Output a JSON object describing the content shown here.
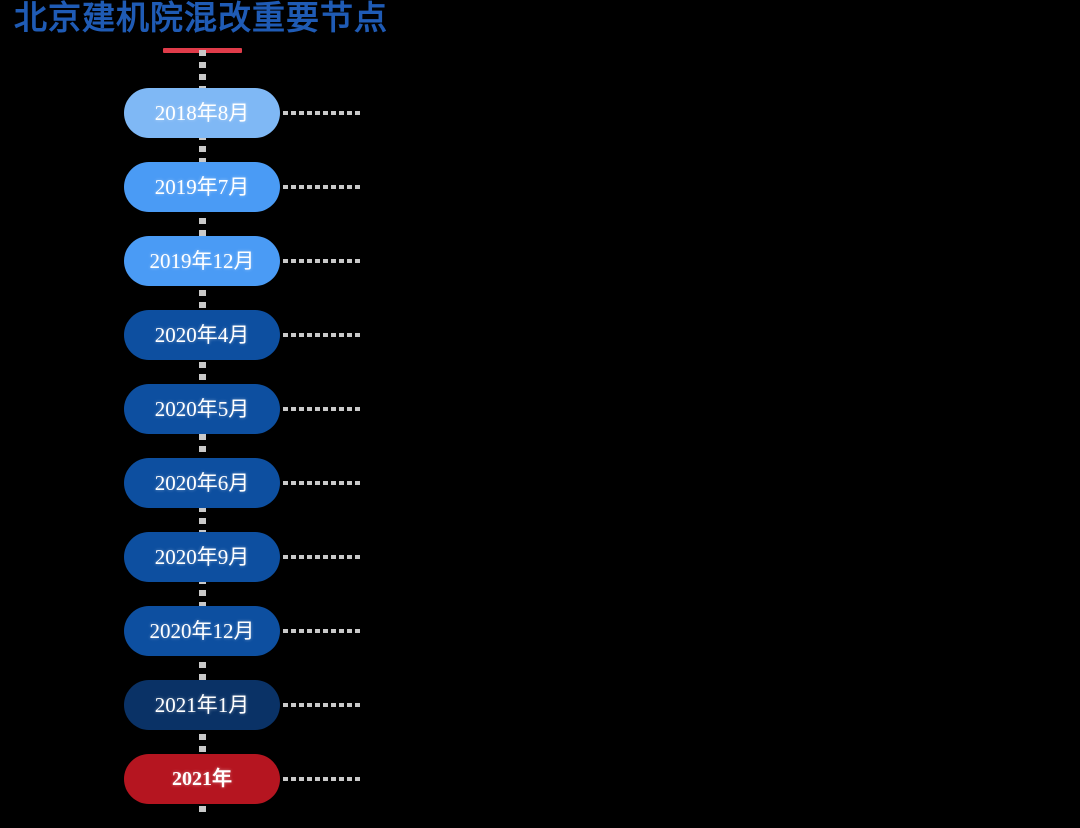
{
  "title": {
    "text": "北京建机院混改重要节点",
    "color": "#1f5bb5",
    "underline_color": "#e03c4a"
  },
  "timeline": {
    "spine_color": "#c9c9c9",
    "connector_color": "#c9c9c9",
    "items": [
      {
        "label": "2018年8月",
        "color": "#7fb8f5"
      },
      {
        "label": "2019年7月",
        "color": "#4a9bf5"
      },
      {
        "label": "2019年12月",
        "color": "#4a9bf5"
      },
      {
        "label": "2020年4月",
        "color": "#0d4fa0"
      },
      {
        "label": "2020年5月",
        "color": "#0d4fa0"
      },
      {
        "label": "2020年6月",
        "color": "#0d4fa0"
      },
      {
        "label": "2020年9月",
        "color": "#0d4fa0"
      },
      {
        "label": "2020年12月",
        "color": "#0d4fa0"
      },
      {
        "label": "2021年1月",
        "color": "#0a3266"
      },
      {
        "label": "2021年",
        "color": "#b51520"
      }
    ]
  }
}
